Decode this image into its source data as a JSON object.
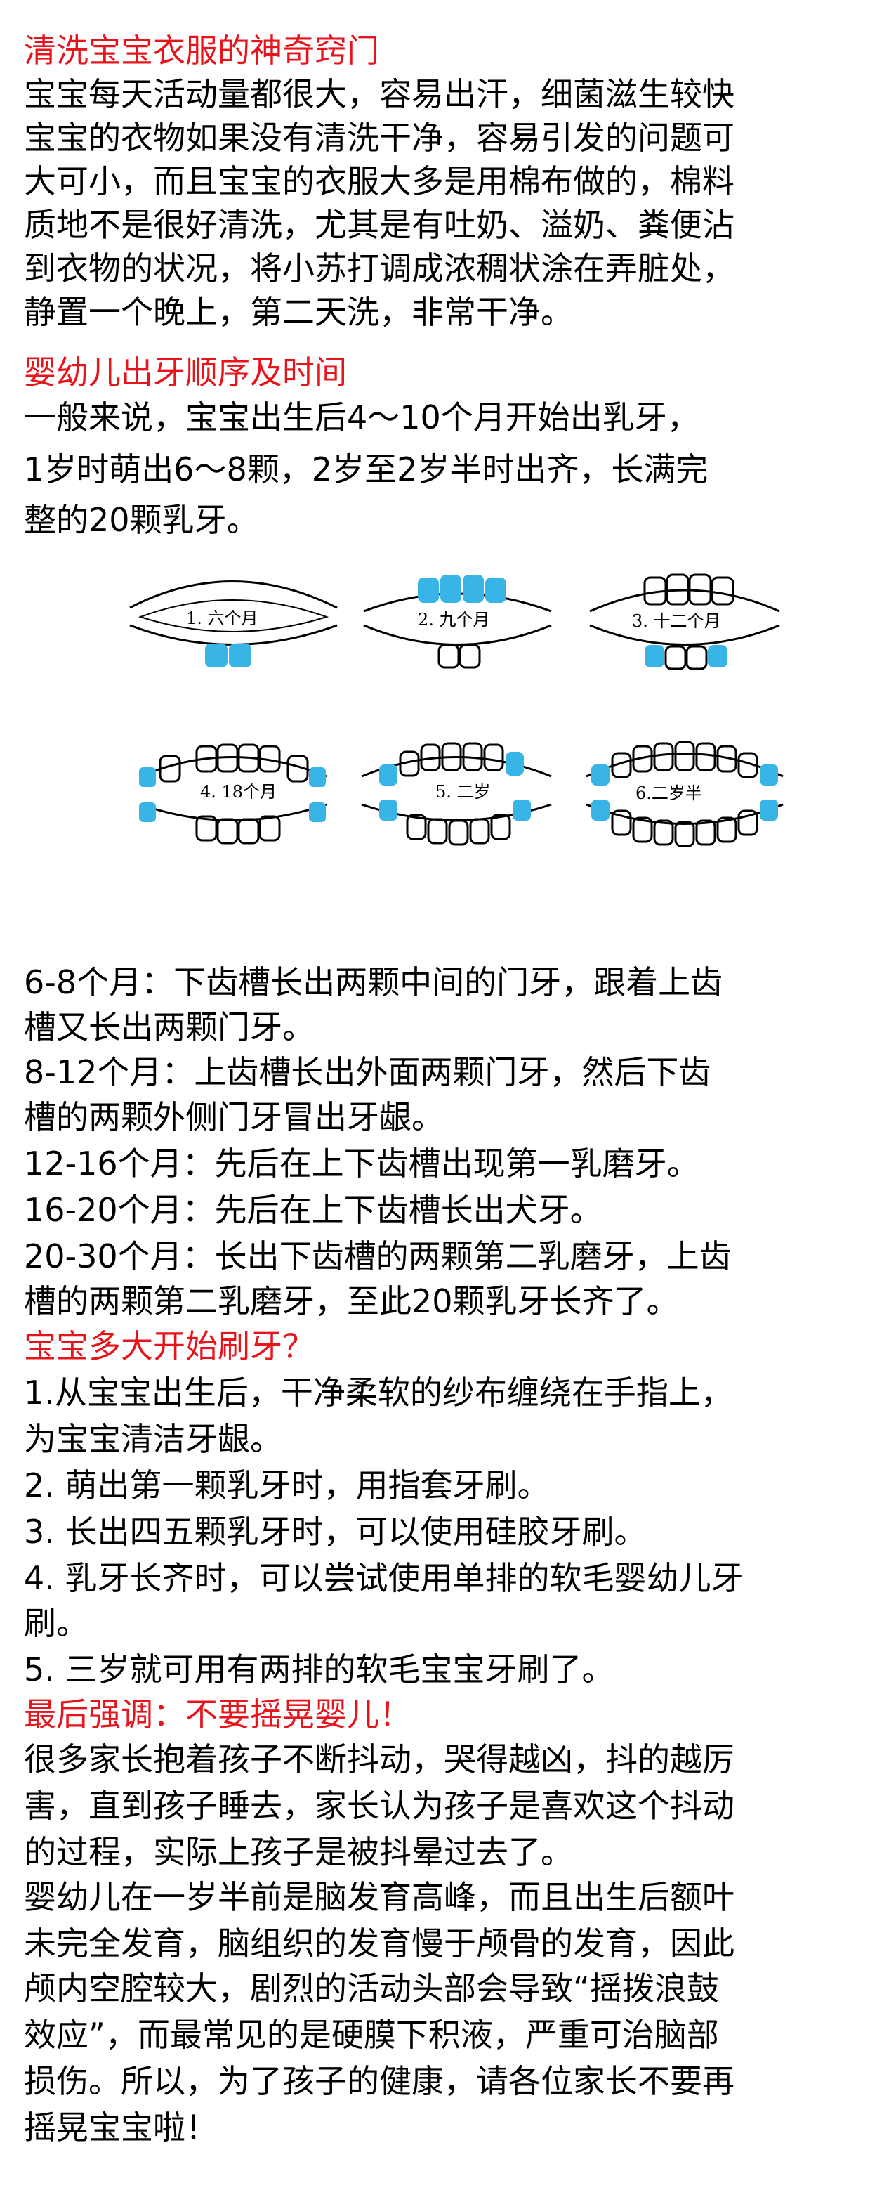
{
  "section1": {
    "heading": "清洗宝宝衣服的神奇窍门",
    "lines": [
      "宝宝每天活动量都很大，容易出汗，细菌滋生较快",
      "宝宝的衣物如果没有清洗干净，容易引发的问题可",
      "大可小，而且宝宝的衣服大多是用棉布做的，棉料",
      "质地不是很好清洗，尤其是有吐奶、溢奶、粪便沾",
      "到衣物的状况，将小苏打调成浓稠状涂在弄脏处，",
      "静置一个晚上，第二天洗，非常干净。"
    ]
  },
  "section2": {
    "heading": "婴幼儿出牙顺序及时间",
    "lines": [
      "一般来说，宝宝出生后4～10个月开始出乳牙，",
      "1岁时萌出6～8颗，2岁至2岁半时出齐，长满完",
      "整的20颗乳牙。"
    ]
  },
  "diagram": {
    "highlight_color": "#38b4e6",
    "stages": [
      "1. 六个月",
      "2. 九个月",
      "3. 十二个月",
      "4. 18个月",
      "5. 二岁",
      "6.二岁半"
    ]
  },
  "timeline": {
    "lines": [
      "6-8个月：下齿槽长出两颗中间的门牙，跟着上齿",
      "槽又长出两颗门牙。",
      "8-12个月：上齿槽长出外面两颗门牙，然后下齿",
      "槽的两颗外侧门牙冒出牙龈。",
      "12-16个月：先后在上下齿槽出现第一乳磨牙。",
      "16-20个月：先后在上下齿槽长出犬牙。",
      "20-30个月：长出下齿槽的两颗第二乳磨牙，上齿",
      "槽的两颗第二乳磨牙，至此20颗乳牙长齐了。"
    ]
  },
  "section3": {
    "heading": "宝宝多大开始刷牙？",
    "lines": [
      "1.从宝宝出生后，干净柔软的纱布缠绕在手指上，",
      "为宝宝清洁牙龈。",
      "2. 萌出第一颗乳牙时，用指套牙刷。",
      "3. 长出四五颗乳牙时，可以使用硅胶牙刷。",
      "4. 乳牙长齐时，可以尝试使用单排的软毛婴幼儿牙",
      "刷。",
      "5. 三岁就可用有两排的软毛宝宝牙刷了。"
    ]
  },
  "section4": {
    "heading": "最后强调：不要摇晃婴儿！",
    "lines": [
      "很多家长抱着孩子不断抖动，哭得越凶，抖的越厉",
      "害，直到孩子睡去，家长认为孩子是喜欢这个抖动",
      "的过程，实际上孩子是被抖晕过去了。",
      "婴幼儿在一岁半前是脑发育高峰，而且出生后额叶",
      "未完全发育，脑组织的发育慢于颅骨的发育，因此",
      "颅内空腔较大，剧烈的活动头部会导致“摇拨浪鼓",
      "效应”，而最常见的是硬膜下积液，严重可治脑部",
      "损伤。所以，为了孩子的健康，请各位家长不要再",
      "摇晃宝宝啦！"
    ]
  }
}
